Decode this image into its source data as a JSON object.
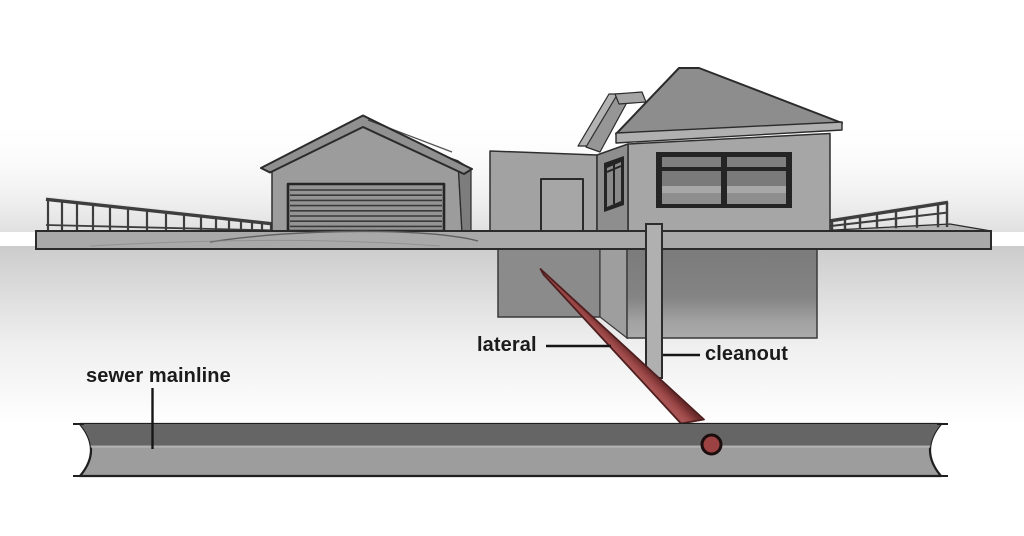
{
  "diagram": {
    "title": "sewer lateral and cleanout illustration",
    "labels": {
      "sewer_mainline": "sewer mainline",
      "lateral": "lateral",
      "cleanout": "cleanout"
    },
    "colors": {
      "label_text": "#1b1b1b",
      "outline_dark": "#2b2b2b",
      "lateral_pipe_red": "#9a4545",
      "lateral_pipe_edge": "#4f1f1f",
      "connection_fitting_red": "#9c4242",
      "connection_fitting_outline": "#1c0e0e",
      "cleanout_pipe_gray": "#b0b0b0",
      "mainline_body_gray": "#9d9d9d",
      "mainline_shadow_gray": "#656565",
      "house_wall_gray": "#a6a6a6",
      "roof_gray": "#8d8d8d",
      "ground_slab_gray": "#a9a9a9",
      "foundation_gray": "#7b7b7b"
    }
  }
}
